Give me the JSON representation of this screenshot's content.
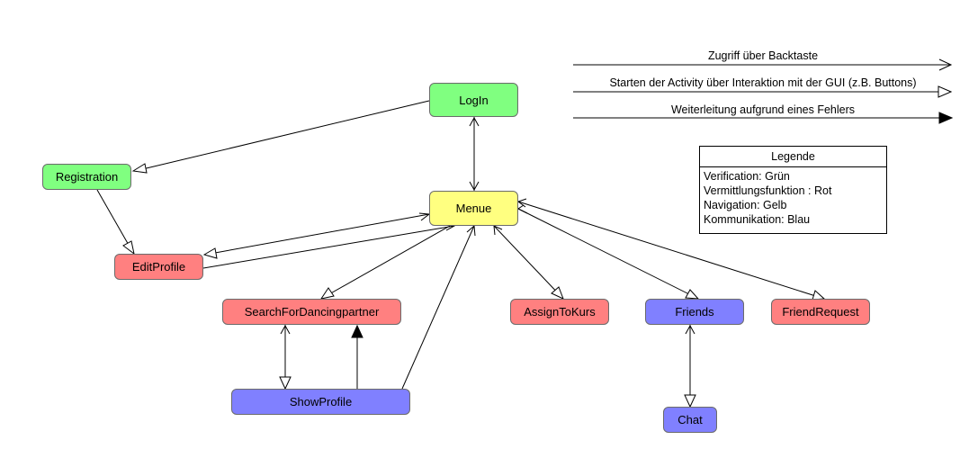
{
  "colors": {
    "green": "#80ff80",
    "red": "#ff8080",
    "yellow": "#ffff80",
    "blue": "#8080ff",
    "line": "#000000"
  },
  "nodes": {
    "login": {
      "label": "LogIn",
      "color": "green"
    },
    "registration": {
      "label": "Registration",
      "color": "green"
    },
    "menue": {
      "label": "Menue",
      "color": "yellow"
    },
    "editprofile": {
      "label": "EditProfile",
      "color": "red"
    },
    "search": {
      "label": "SearchForDancingpartner",
      "color": "red"
    },
    "assign": {
      "label": "AssignToKurs",
      "color": "red"
    },
    "friends": {
      "label": "Friends",
      "color": "blue"
    },
    "friendrequest": {
      "label": "FriendRequest",
      "color": "red"
    },
    "showprofile": {
      "label": "ShowProfile",
      "color": "blue"
    },
    "chat": {
      "label": "Chat",
      "color": "blue"
    }
  },
  "edges": [
    {
      "from": "login",
      "to": "registration",
      "arrow": "hollow-triangle"
    },
    {
      "from": "registration",
      "to": "editprofile",
      "arrow": "hollow-triangle"
    },
    {
      "from": "login",
      "to": "menue",
      "arrow": "open",
      "bidirectional": true
    },
    {
      "from": "menue",
      "to": "editprofile",
      "arrow": "hollow-triangle"
    },
    {
      "from": "editprofile",
      "to": "menue",
      "arrow": "open"
    },
    {
      "from": "menue",
      "to": "search",
      "arrow": "hollow-triangle"
    },
    {
      "from": "showprofile",
      "to": "menue",
      "arrow": "open"
    },
    {
      "from": "menue",
      "to": "assign",
      "arrow": "hollow-triangle",
      "back": "open"
    },
    {
      "from": "menue",
      "to": "friends",
      "arrow": "hollow-triangle",
      "back": "open"
    },
    {
      "from": "menue",
      "to": "friendrequest",
      "arrow": "hollow-triangle",
      "back": "open"
    },
    {
      "from": "search",
      "to": "showprofile",
      "arrow": "hollow-triangle",
      "back": "open"
    },
    {
      "from": "showprofile",
      "to": "search",
      "arrow": "filled-triangle"
    },
    {
      "from": "friends",
      "to": "chat",
      "arrow": "hollow-triangle",
      "back": "open"
    }
  ],
  "arrow_legend": {
    "back": "Zugriff über Backtaste",
    "start": "Starten der Activity über Interaktion mit der GUI (z.B. Buttons)",
    "error": "Weiterleitung aufgrund eines Fehlers"
  },
  "legend": {
    "title": "Legende",
    "lines": [
      "Verification: Grün",
      "Vermittlungsfunktion  : Rot",
      "Navigation: Gelb",
      "Kommunikation: Blau"
    ]
  }
}
